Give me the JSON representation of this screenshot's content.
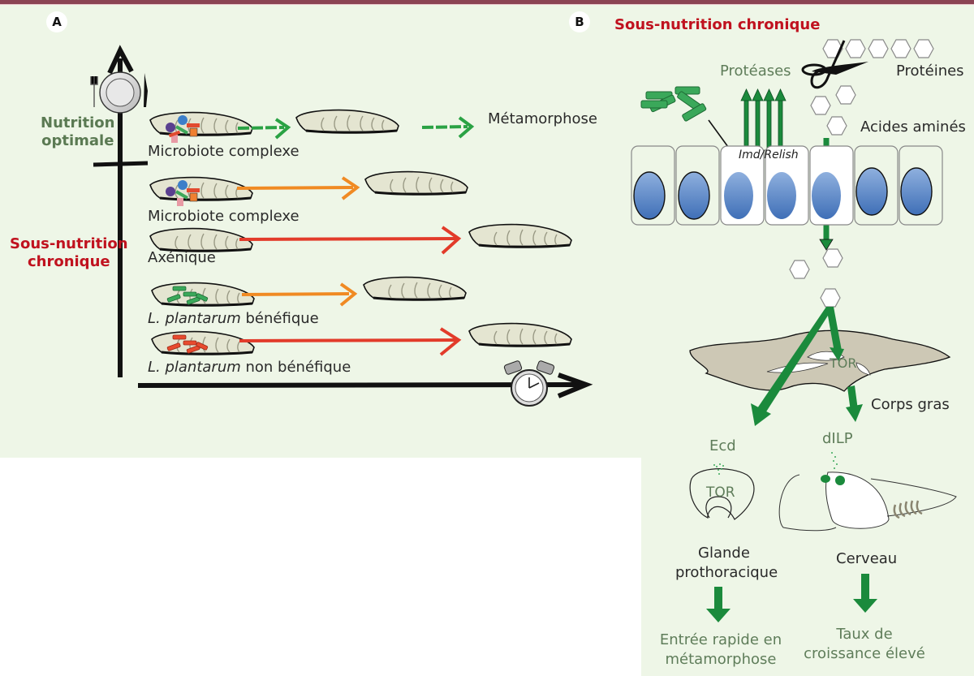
{
  "panel_a": {
    "label": "A",
    "condition_optimal": [
      "Nutrition",
      "optimale"
    ],
    "condition_chronic": [
      "Sous-nutrition",
      "chronique"
    ],
    "rows": [
      {
        "label_italic": "",
        "label": "Microbiote complexe",
        "arrow_color": "#2aa244",
        "arrow_length": "short"
      },
      {
        "label_italic": "",
        "label": "Microbiote complexe",
        "arrow_color": "#f08a23",
        "arrow_length": "medium"
      },
      {
        "label_italic": "",
        "label": "Axénique",
        "arrow_color": "#e23b2a",
        "arrow_length": "long"
      },
      {
        "label_italic": "L. plantarum",
        "label": " bénéfique",
        "arrow_color": "#f08a23",
        "arrow_length": "medium"
      },
      {
        "label_italic": "L. plantarum",
        "label": " non bénéfique",
        "arrow_color": "#e23b2a",
        "arrow_length": "long"
      }
    ],
    "outcome": "Métamorphose",
    "icons": [
      "plate-icon",
      "fork-icon",
      "knife-icon",
      "alarm-clock-icon"
    ]
  },
  "panel_b": {
    "label": "B",
    "title": "Sous-nutrition chronique",
    "proteases": "Protéases",
    "proteins": "Protéines",
    "amino_acids": "Acides aminés",
    "imd_relish": "Imd/Relish",
    "tor_fat": "TOR",
    "fat_body": "Corps gras",
    "ecd": "Ecd",
    "dilp": "dILP",
    "tor_gland": "TOR",
    "gland": [
      "Glande",
      "prothoracique"
    ],
    "brain": "Cerveau",
    "outcome_gland": [
      "Entrée rapide en",
      "métamorphose"
    ],
    "outcome_brain": [
      "Taux de",
      "croissance élevé"
    ]
  },
  "colors": {
    "top_bar": "#8b4453",
    "background": "#eef6e7",
    "green_arrow": "#1b8a3c",
    "red_title": "#c0121f",
    "green_title": "#5b7a53",
    "nucleus": "#5b86c8"
  }
}
